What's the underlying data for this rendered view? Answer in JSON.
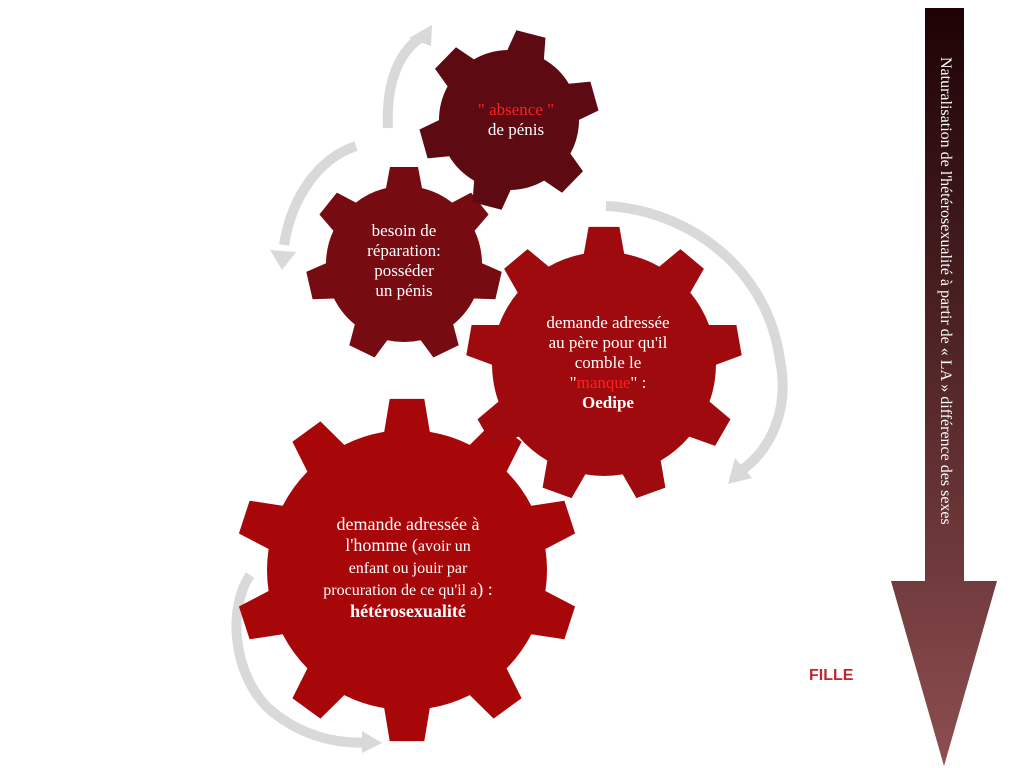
{
  "colors": {
    "gear_absence": "#5e0a12",
    "gear_besoin": "#760b12",
    "gear_pere": "#9e0a0d",
    "gear_homme": "#a8070a",
    "cycle_arrow": "#d9d9d9",
    "arrow_top": "#1e0204",
    "arrow_bottom": "#8d4e50",
    "highlight_text": "#ff1f1f",
    "label_fille": "#c0282d"
  },
  "gears": {
    "absence": {
      "part1": "\" absence \"",
      "part2": "de pénis"
    },
    "besoin": {
      "line1": "besoin de",
      "line2": "réparation:",
      "line3": "posséder",
      "line4": "un pénis"
    },
    "pere": {
      "line1": "demande adressée",
      "line2": "au père pour qu'il",
      "line3": "comble le",
      "quote_open": "\"",
      "manque": "manque",
      "quote_close": "\" :",
      "oedipe": "Oedipe"
    },
    "homme": {
      "line1": "demande adressée à",
      "line2_main": "l'homme (",
      "line2_small": "avoir un",
      "line3": "enfant ou jouir par",
      "line4_small": "procuration de ce qu'il a",
      "line4_end": ") :",
      "hetero": "hétérosexualité"
    }
  },
  "arrow": {
    "label": "Naturalisation de l'hétérosexualité à partir de « LA » différence des sexes"
  },
  "fille": "FILLE"
}
